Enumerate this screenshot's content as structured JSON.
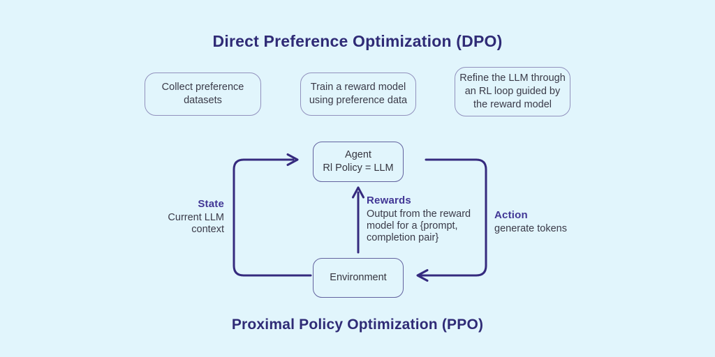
{
  "colors": {
    "background": "#e1f5fc",
    "title": "#2f2b76",
    "loop_line": "#352a7e",
    "label_accent": "#413695",
    "step_box_border": "#9191bd",
    "node_box_border": "#62629e",
    "body_text": "#3a3a48"
  },
  "dpo": {
    "title": "Direct Preference Optimization (DPO)",
    "steps": [
      {
        "label": "Collect preference datasets"
      },
      {
        "label": "Train a reward model using preference data"
      },
      {
        "label": "Refine the LLM through an RL loop guided by the reward model"
      }
    ]
  },
  "ppo": {
    "title": "Proximal Policy Optimization (PPO)",
    "agent": {
      "line1": "Agent",
      "line2": "Rl Policy = LLM"
    },
    "environment": {
      "label": "Environment"
    },
    "state": {
      "label": "State",
      "desc": "Current LLM context"
    },
    "rewards": {
      "label": "Rewards",
      "desc": "Output from the reward model for a {prompt, completion pair}"
    },
    "action": {
      "label": "Action",
      "desc": "generate tokens"
    }
  }
}
